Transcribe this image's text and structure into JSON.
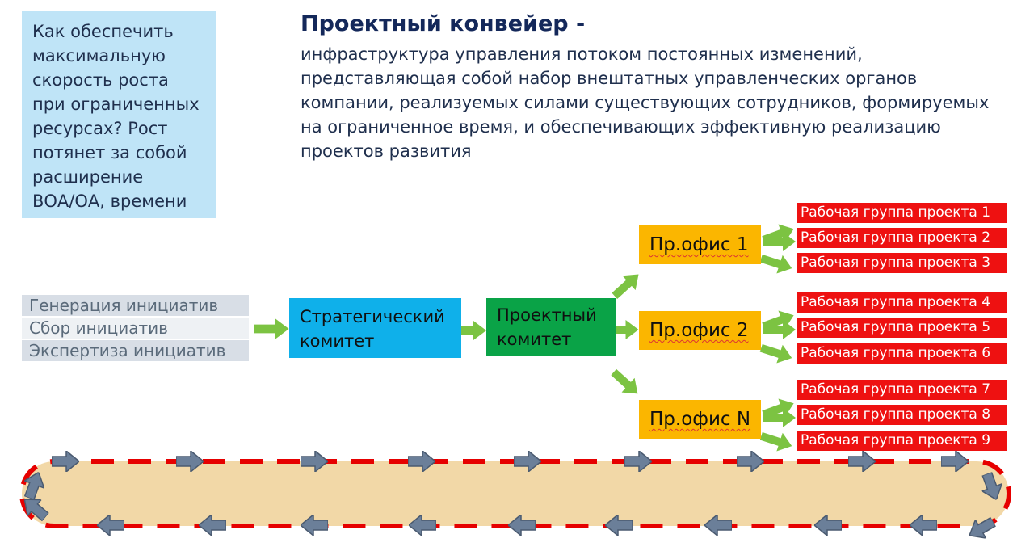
{
  "question": "Как обеспечить\nмаксимальную\nскорость роста\nпри ограниченных\nресурсах? Рост\nпотянет за собой\nрасширение\nВОА/ОА, времени",
  "title": "Проектный конвейер -",
  "definition": "инфраструктура управления потоком постоянных изменений,\nпредставляющая собой набор внештатных управленческих органов\nкомпании, реализуемых силами существующих сотрудников, формируемых\nна ограниченное время, и обеспечивающих эффективную реализацию\nпроектов развития",
  "initiatives": [
    "Генерация инициатив",
    "Сбор инициатив",
    "Экспертиза инициатив"
  ],
  "strategic_committee": "Стратегический\nкомитет",
  "project_committee": "Проектный\nкомитет",
  "offices": [
    "Пр.офис 1",
    "Пр.офис 2",
    "Пр.офис N"
  ],
  "working_groups": [
    "Рабочая группа проекта 1",
    "Рабочая группа проекта 2",
    "Рабочая группа проекта 3",
    "Рабочая группа проекта 4",
    "Рабочая группа проекта 5",
    "Рабочая группа проекта 6",
    "Рабочая группа проекта 7",
    "Рабочая группа проекта 8",
    "Рабочая группа проекта 9"
  ],
  "colors": {
    "question_bg": "#bfe4f7",
    "title": "#14285a",
    "strategic": "#0fb0ea",
    "project_committee": "#0aa347",
    "office": "#fbb600",
    "working_group": "#ee1111",
    "flow_arrow": "#7cc342",
    "conveyor_fill": "#f2d8a7",
    "conveyor_border": "#e60000",
    "conveyor_arrow": "#6b7f99"
  }
}
